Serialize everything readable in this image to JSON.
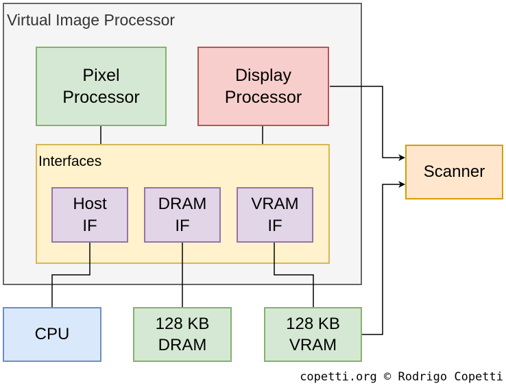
{
  "diagram": {
    "vip_container": {
      "label": "Virtual Image Processor",
      "fill": "#f5f5f5",
      "stroke": "#666666"
    },
    "interfaces_container": {
      "label": "Interfaces",
      "fill": "#fff2cc",
      "stroke": "#d6b656"
    },
    "pixel_processor": {
      "label": "Pixel\nProcessor",
      "fill": "#d5e8d4",
      "stroke": "#82b366"
    },
    "display_processor": {
      "label": "Display\nProcessor",
      "fill": "#f8cecc",
      "stroke": "#b85450"
    },
    "host_if": {
      "label": "Host\nIF",
      "fill": "#e1d5e7",
      "stroke": "#9673a6"
    },
    "dram_if": {
      "label": "DRAM\nIF",
      "fill": "#e1d5e7",
      "stroke": "#9673a6"
    },
    "vram_if": {
      "label": "VRAM\nIF",
      "fill": "#e1d5e7",
      "stroke": "#9673a6"
    },
    "scanner": {
      "label": "Scanner",
      "fill": "#ffe6cc",
      "stroke": "#d79b00"
    },
    "cpu": {
      "label": "CPU",
      "fill": "#dae8fc",
      "stroke": "#6c8ebf"
    },
    "dram": {
      "label": "128 KB\nDRAM",
      "fill": "#d5e8d4",
      "stroke": "#82b366"
    },
    "vram": {
      "label": "128 KB\nVRAM",
      "fill": "#d5e8d4",
      "stroke": "#82b366"
    },
    "connections": [
      {
        "from": "pixel_processor",
        "to": "interfaces",
        "arrow": false
      },
      {
        "from": "display_processor",
        "to": "interfaces",
        "arrow": false
      },
      {
        "from": "display_processor",
        "to": "scanner",
        "arrow": true
      },
      {
        "from": "vram",
        "to": "scanner",
        "arrow": true
      },
      {
        "from": "host_if",
        "to": "cpu",
        "arrow": false
      },
      {
        "from": "dram_if",
        "to": "dram",
        "arrow": false
      },
      {
        "from": "vram_if",
        "to": "vram",
        "arrow": false
      }
    ]
  },
  "footer": {
    "credit": "copetti.org © Rodrigo Copetti"
  }
}
